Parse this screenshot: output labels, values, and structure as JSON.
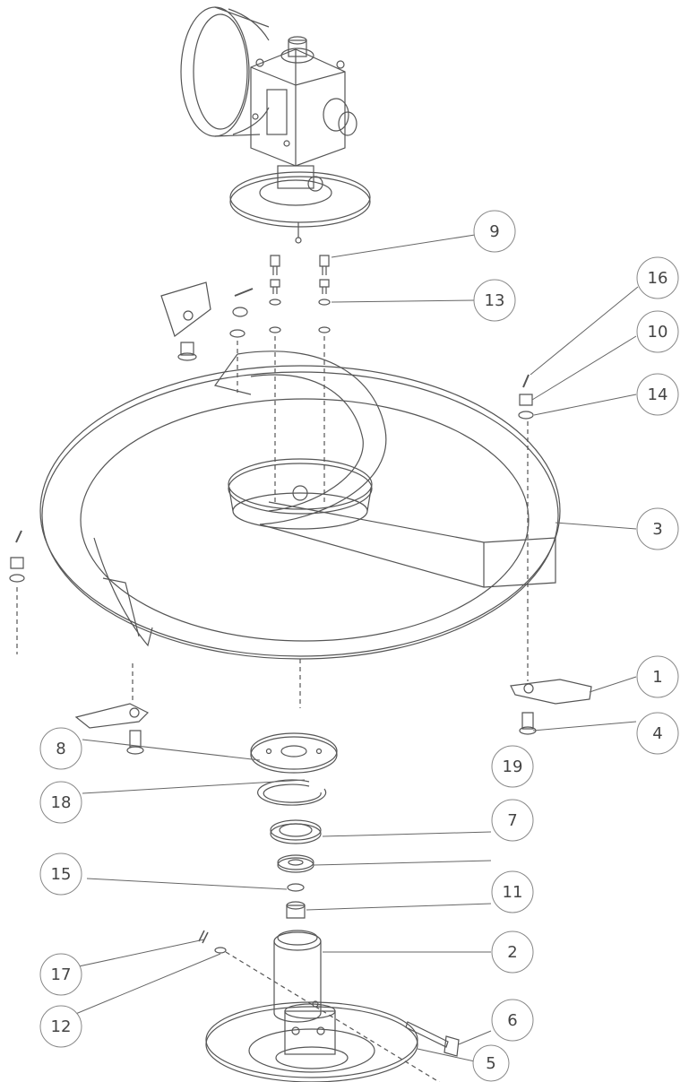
{
  "callouts": [
    {
      "id": "c9",
      "label": "9"
    },
    {
      "id": "c13",
      "label": "13"
    },
    {
      "id": "c16",
      "label": "16"
    },
    {
      "id": "c10",
      "label": "10"
    },
    {
      "id": "c14",
      "label": "14"
    },
    {
      "id": "c3",
      "label": "3"
    },
    {
      "id": "c1",
      "label": "1"
    },
    {
      "id": "c4",
      "label": "4"
    },
    {
      "id": "c8",
      "label": "8"
    },
    {
      "id": "c18",
      "label": "18"
    },
    {
      "id": "c19",
      "label": "19"
    },
    {
      "id": "c7",
      "label": "7"
    },
    {
      "id": "c15",
      "label": "15"
    },
    {
      "id": "c11",
      "label": "11"
    },
    {
      "id": "c17",
      "label": "17"
    },
    {
      "id": "c2",
      "label": "2"
    },
    {
      "id": "c12",
      "label": "12"
    },
    {
      "id": "c6",
      "label": "6"
    },
    {
      "id": "c5",
      "label": "5"
    }
  ],
  "colors": {
    "line": "#555555",
    "callout": "#888888",
    "background": "#ffffff"
  }
}
